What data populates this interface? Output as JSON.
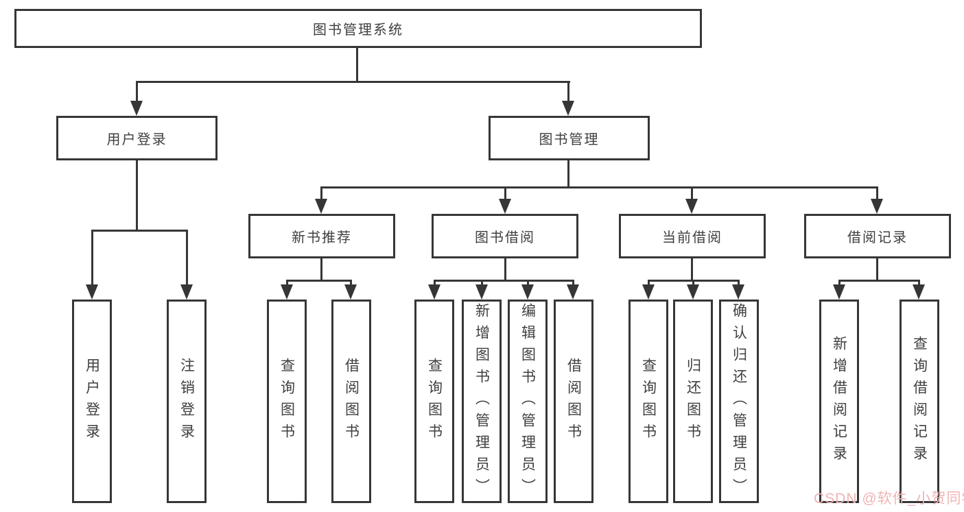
{
  "colors": {
    "line": "#363636",
    "text": "#3f3f3f",
    "watermark": "#f0b3b3",
    "background": "#ffffff"
  },
  "tree": {
    "root": {
      "label": "图书管理系统"
    },
    "branches": [
      {
        "label": "用户登录",
        "children": [
          {
            "label": "用户登录"
          },
          {
            "label": "注销登录"
          }
        ]
      },
      {
        "label": "图书管理",
        "children": [
          {
            "label": "新书推荐",
            "children": [
              {
                "label": "查询图书"
              },
              {
                "label": "借阅图书"
              }
            ]
          },
          {
            "label": "图书借阅",
            "children": [
              {
                "label": "查询图书"
              },
              {
                "label": "新增图书（管理员）"
              },
              {
                "label": "编辑图书（管理员）"
              },
              {
                "label": "借阅图书"
              }
            ]
          },
          {
            "label": "当前借阅",
            "children": [
              {
                "label": "查询图书"
              },
              {
                "label": "归还图书"
              },
              {
                "label": "确认归还（管理员）"
              }
            ]
          },
          {
            "label": "借阅记录",
            "children": [
              {
                "label": "新增借阅记录"
              },
              {
                "label": "查询借阅记录"
              }
            ]
          }
        ]
      }
    ]
  },
  "watermark": {
    "text": "CSDN @软件_小贺同学"
  }
}
